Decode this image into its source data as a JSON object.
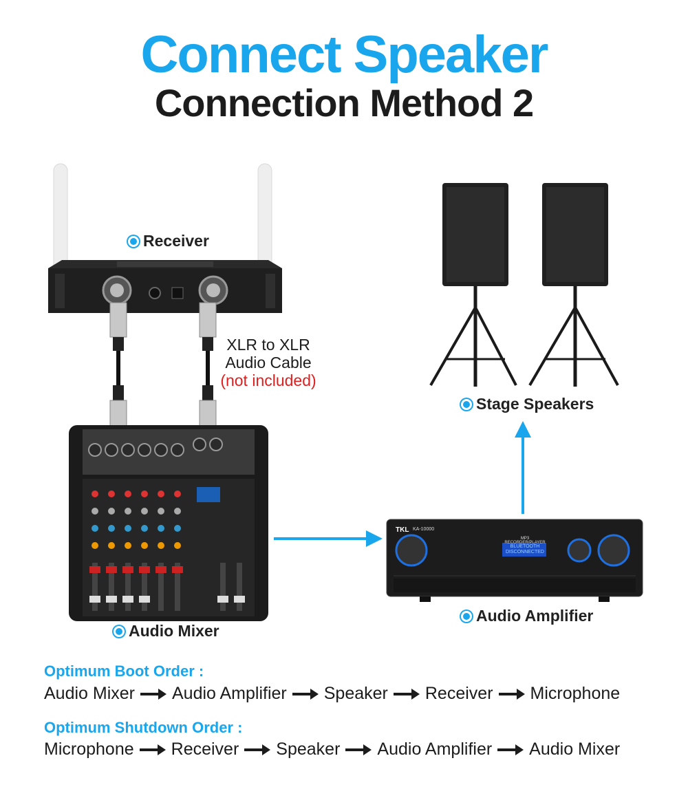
{
  "header": {
    "title": "Connect Speaker",
    "subtitle": "Connection Method 2"
  },
  "devices": {
    "receiver": "Receiver",
    "audio_mixer": "Audio Mixer",
    "audio_amplifier": "Audio Amplifier",
    "stage_speakers": "Stage Speakers"
  },
  "cable": {
    "line1": "XLR to XLR",
    "line2": "Audio Cable",
    "note": "(not included)"
  },
  "amplifier_panel": {
    "brand": "TKL",
    "model": "KA-10000",
    "display": "BLUETOOTH DISCONNECTED",
    "player": "MP3 RECORDER/PLAYER"
  },
  "boot_order": {
    "title": "Optimum Boot Order :",
    "steps": [
      "Audio Mixer",
      "Audio Amplifier",
      "Speaker",
      "Receiver",
      "Microphone"
    ]
  },
  "shutdown_order": {
    "title": "Optimum Shutdown Order :",
    "steps": [
      "Microphone",
      "Receiver",
      "Speaker",
      "Audio Amplifier",
      "Audio Mixer"
    ]
  },
  "colors": {
    "accent": "#1aa6ec",
    "note_red": "#e01e1e",
    "device_dark": "#1e1e1e"
  }
}
